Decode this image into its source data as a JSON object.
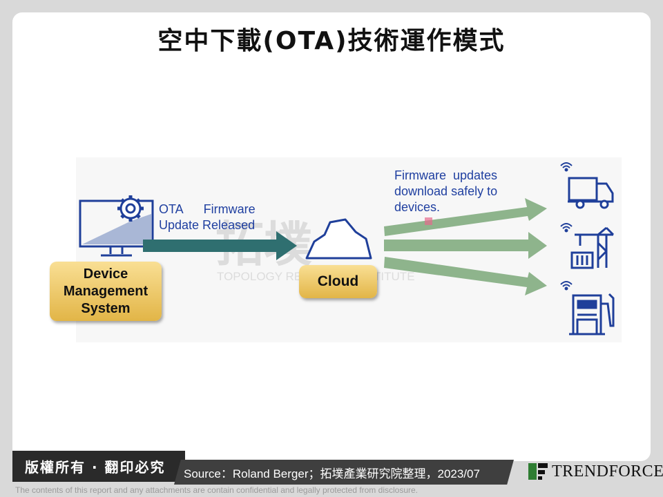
{
  "title": "空中下載(OTA)技術運作模式",
  "diagram": {
    "dms_box": {
      "line1": "Device",
      "line2": "Management",
      "line3": "System"
    },
    "cloud_box": "Cloud",
    "ota_label": "OTA      Firmware\nUpdate Released",
    "firmware_label": "Firmware  updates\ndownload safely to\ndevices.",
    "watermark": {
      "chinese": "拓墣",
      "english": "TOPOLOGY RESEARCH INSTITUTE"
    },
    "icons": [
      "monitor-gear-icon",
      "cloud-icon",
      "truck-icon",
      "crane-icon",
      "fuel-pump-icon",
      "wifi-icon"
    ]
  },
  "footer": {
    "copyright": "版權所有 · 翻印必究",
    "source": "Source：Roland Berger；拓墣產業研究院整理，2023/07",
    "logo": "TRENDFORCE",
    "disclaimer": "The contents of this report and any attachments are contain confidential and legally protected from disclosure."
  },
  "colors": {
    "teal_arrow": "#2f6f70",
    "green_arrow": "#8eb48c",
    "icon_blue": "#1f3f9a",
    "gold": "#e8bf55",
    "label_blue": "#1f3fa0"
  }
}
